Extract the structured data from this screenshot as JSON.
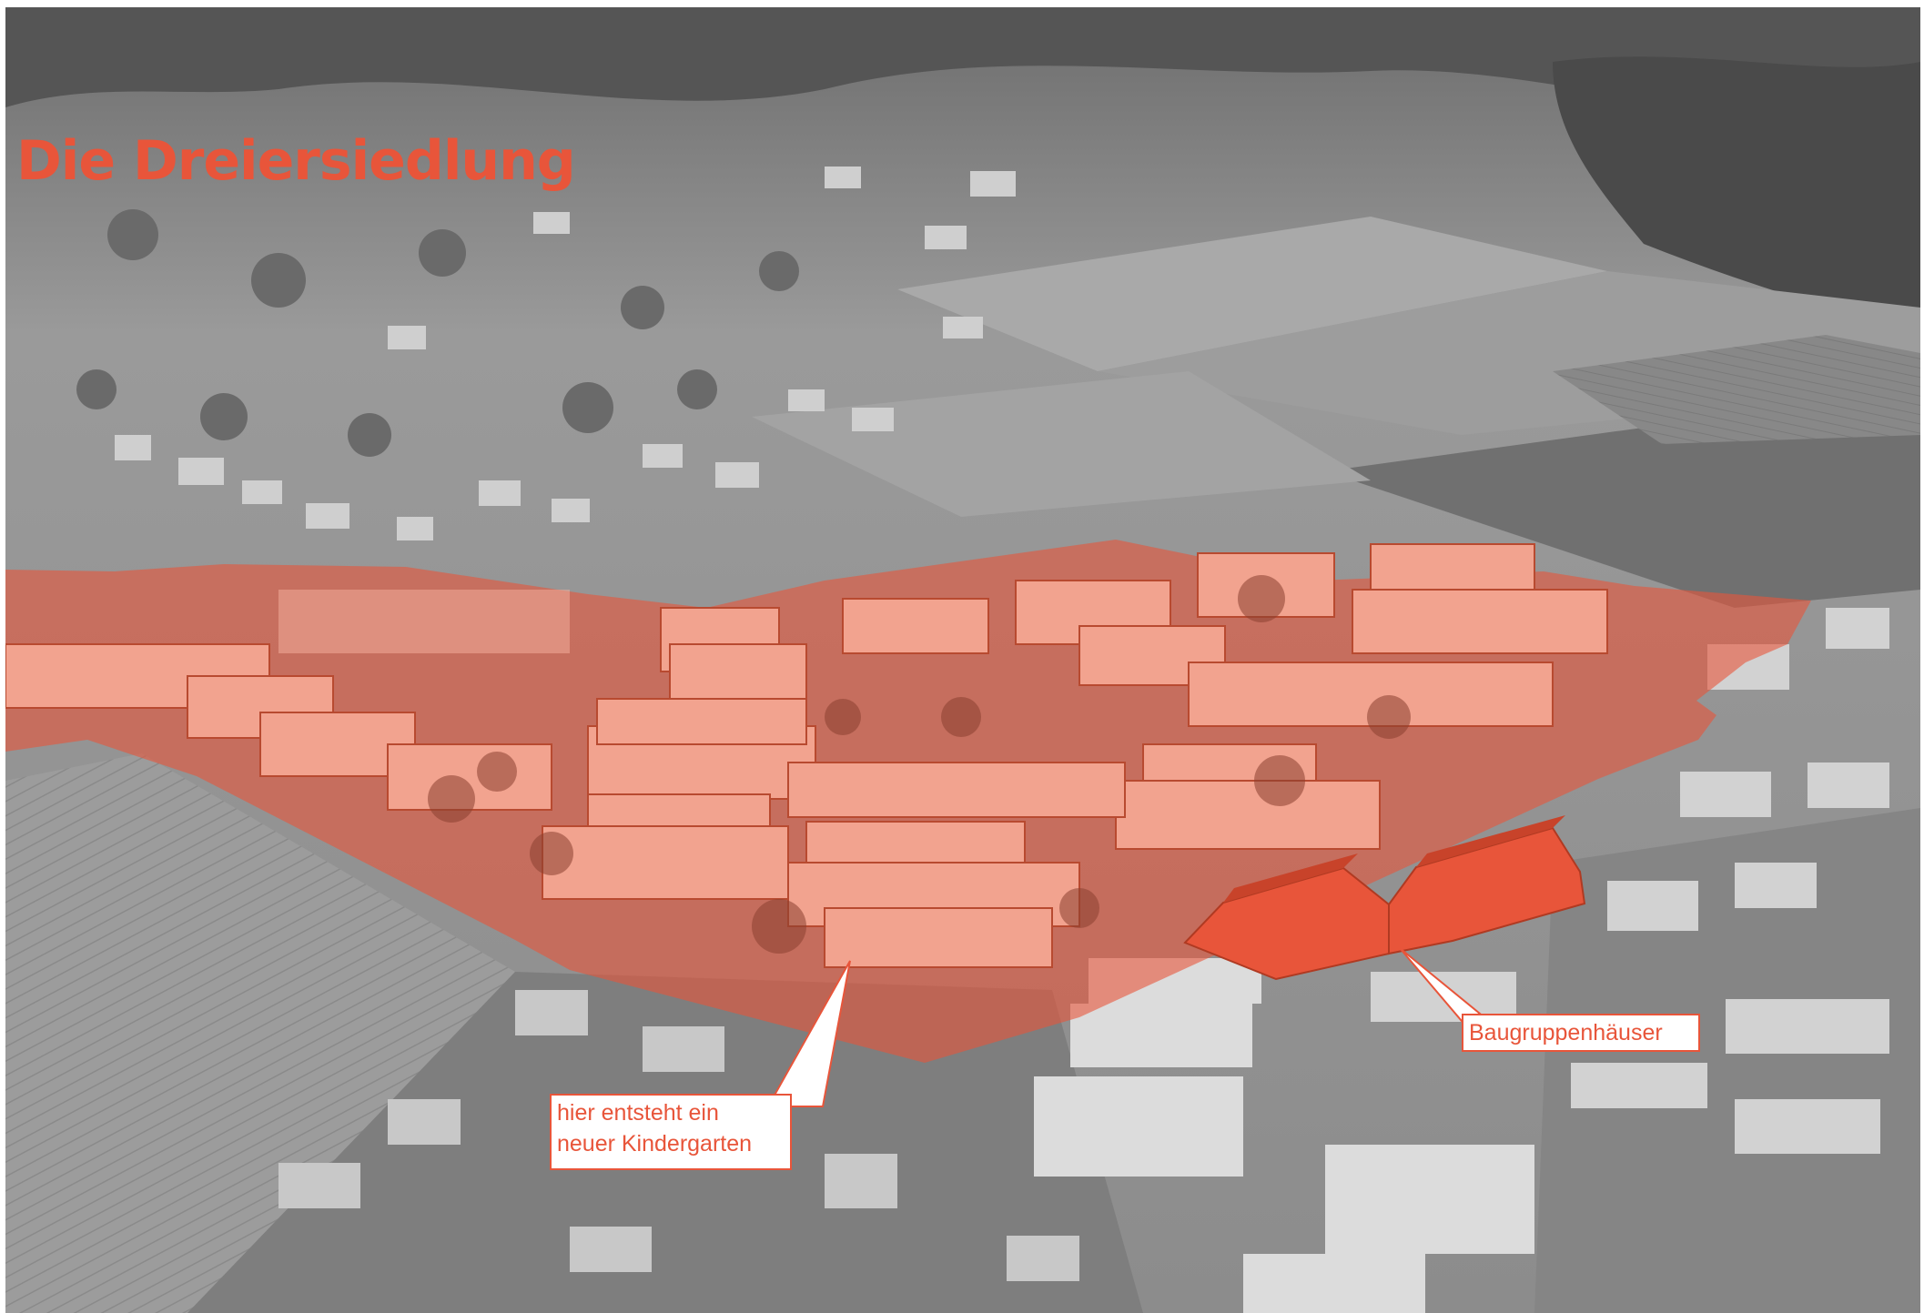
{
  "title": "Die Dreiersiedlung",
  "callouts": {
    "kindergarten": {
      "line1": "hier entsteht ein",
      "line2": "neuer Kindergarten"
    },
    "baugruppen": {
      "label": "Baugruppenhäuser"
    }
  },
  "colors": {
    "accent": "#e8553a",
    "overlay": "#e8553a",
    "background": "#8f8f8f"
  }
}
